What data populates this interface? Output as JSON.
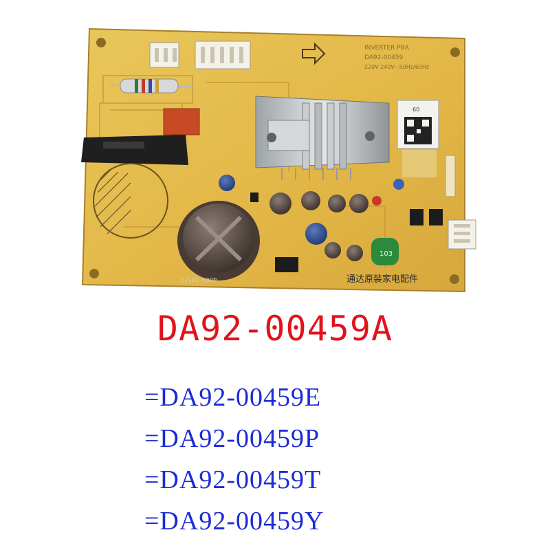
{
  "photo": {
    "board_silkscreen": "INVERTER PBA",
    "board_code": "DA92-00459",
    "rating": "220V-240V~50Hz/60Hz",
    "capacitor_marking": "400V 105°C",
    "inductor_marking": "103",
    "qr_label": "60",
    "watermark": "通达原装家电配件"
  },
  "main_part_number": "DA92-00459A",
  "alternates": [
    "=DA92-00459E",
    "=DA92-00459P",
    "=DA92-00459T",
    "=DA92-00459Y"
  ],
  "colors": {
    "main_text": "#e0141c",
    "alternate_text": "#1c2bd6",
    "board": "#e3bb49",
    "background": "#ffffff"
  }
}
